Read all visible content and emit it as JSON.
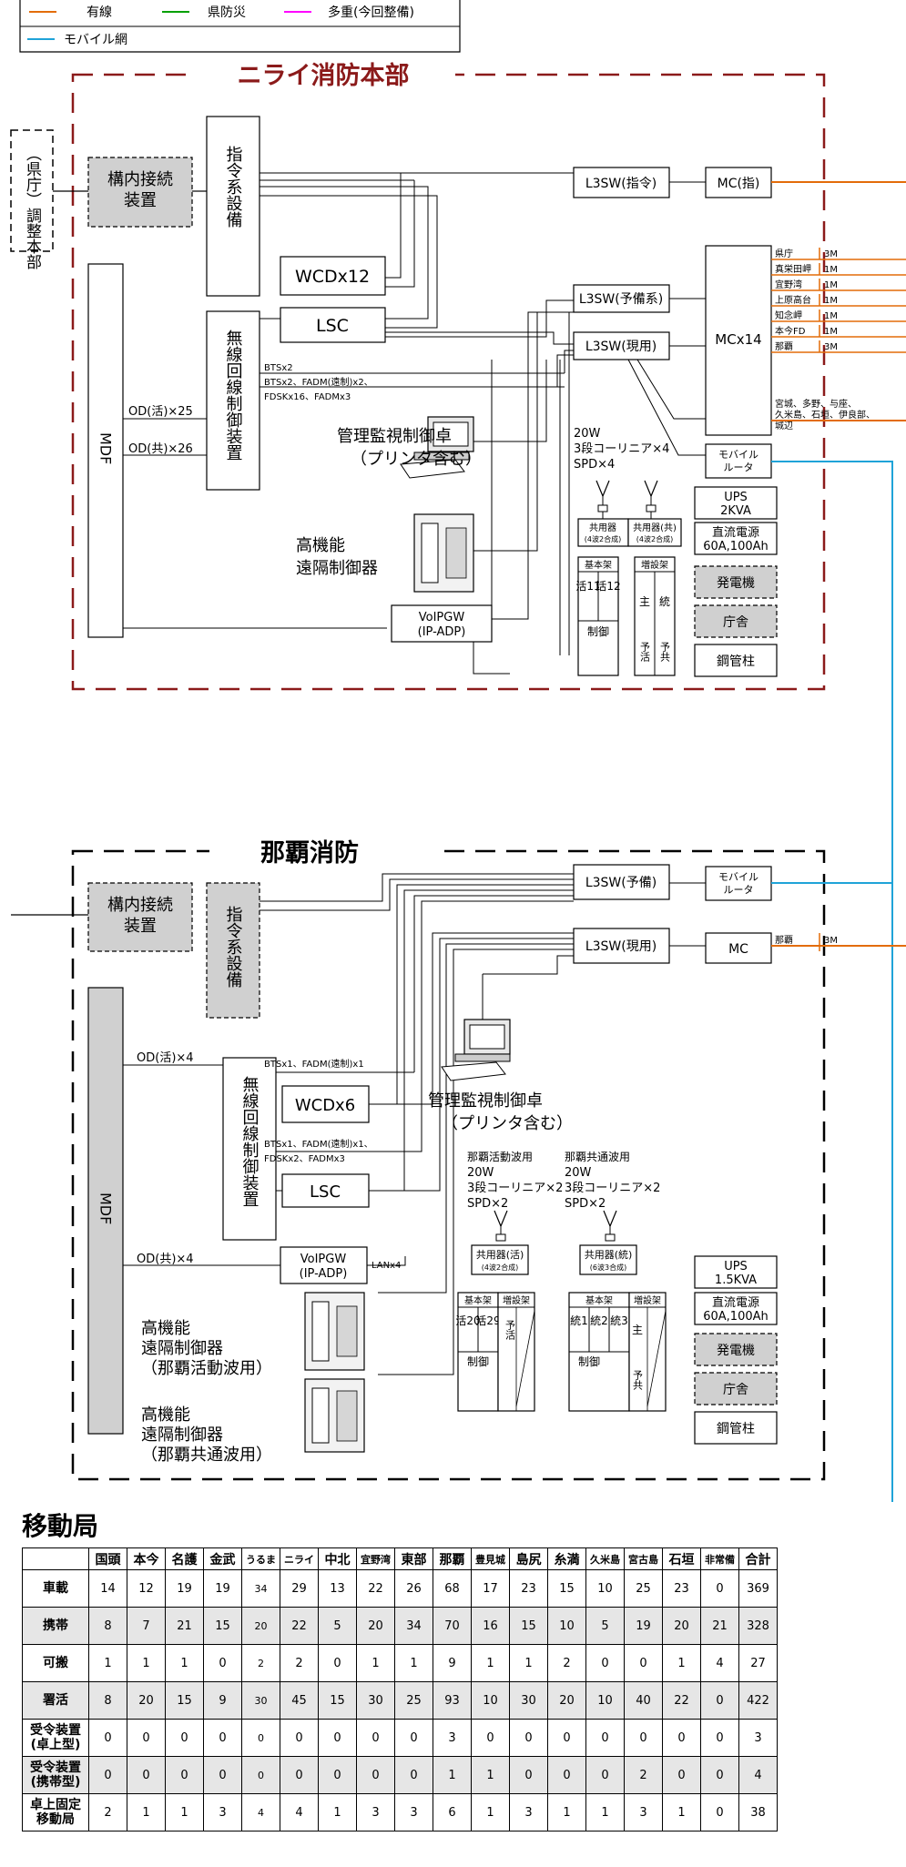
{
  "legend": {
    "items": [
      {
        "label": "有線",
        "color": "#e36c09"
      },
      {
        "label": "県防災",
        "color": "#00a000"
      },
      {
        "label": "多重(今回整備)",
        "color": "#ff00ff"
      },
      {
        "label": "モバイル網",
        "color": "#1fa3d8"
      }
    ]
  },
  "colors": {
    "frame": "#8b1a1a",
    "title": "#8b1a1a",
    "wired": "#e36c09",
    "mobile": "#1fa3d8",
    "gray_box": "#d0d0d0"
  },
  "nirai": {
    "title": "ニライ消防本部",
    "ext_office": "（県庁）調整本部",
    "konai": "構内接続装置",
    "shirei": "指令系設備",
    "wcd": "WCDx12",
    "lsc": "LSC",
    "musen": "無線回線制御装置",
    "mdf": "MDF",
    "od_katsu": "OD(活)×25",
    "od_kyo": "OD(共)×26",
    "bts1": "BTSx2",
    "bts2": "BTSx2、FADM(遠制)x2、",
    "bts3": "FDSKx16、FADMx3",
    "kanri1": "管理監視制御卓",
    "kanri2": "（プリンタ含む）",
    "koukinou1": "高機能",
    "koukinou2": "遠隔制御器",
    "voip1": "VoIPGW",
    "voip2": "(IP-ADP)",
    "l3_shirei": "L3SW(指令)",
    "mc_shirei": "MC(指)",
    "l3_yobi": "L3SW(予備系)",
    "l3_genyo": "L3SW(現用)",
    "mcx14": "MCx14",
    "mobile1": "モバイル",
    "mobile2": "ルータ",
    "ant1": "20W",
    "ant2": "3段コーリニア×4",
    "ant3": "SPD×4",
    "kyoyo1_a": "共用器",
    "kyoyo1_b": "(4波2合成)",
    "kyoyo2_a": "共用器(共)",
    "kyoyo2_b": "(4波2合成)",
    "kihon": "基本架",
    "zousetsu": "増設架",
    "katsu11": "活11",
    "katsu12": "活12",
    "seigyo": "制御",
    "shu": "主",
    "tou": "統",
    "yo_katsu": "予活",
    "yo_kyo": "予共",
    "ups1": "UPS",
    "ups2": "2KVA",
    "dc1": "直流電源",
    "dc2": "60A,100Ah",
    "hatsudenki": "発電機",
    "chousha": "庁舎",
    "koukanchu": "鋼管柱",
    "mc_lines": [
      {
        "name": "県庁",
        "bw": "3M"
      },
      {
        "name": "真栄田岬",
        "bw": "1M"
      },
      {
        "name": "宜野湾",
        "bw": "1M"
      },
      {
        "name": "上原高台",
        "bw": "1M"
      },
      {
        "name": "知念岬",
        "bw": "1M"
      },
      {
        "name": "本今FD",
        "bw": "1M"
      },
      {
        "name": "那覇",
        "bw": "3M"
      }
    ],
    "mc_others": [
      "宮城、多野、与座、",
      "久米島、石垣、伊良部、",
      "城辺"
    ]
  },
  "naha": {
    "title": "那覇消防",
    "konai": "構内接続装置",
    "shirei": "指令系設備",
    "mdf": "MDF",
    "od_katsu": "OD(活)×4",
    "od_kyo": "OD(共)×4",
    "musen": "無線回線制御装置",
    "wcd": "WCDx6",
    "lsc": "LSC",
    "bts1": "BTSx1、FADM(遠制)x1",
    "bts2": "BTSx1、FADM(遠制)x1、",
    "bts3": "FDSKx2、FADMx3",
    "voip1": "VoIPGW",
    "voip2": "(IP-ADP)",
    "lan": "LANx4",
    "l3_yobi": "L3SW(予備)",
    "l3_genyo": "L3SW(現用)",
    "mobile1": "モバイル",
    "mobile2": "ルータ",
    "mc": "MC",
    "mc_line": "那覇",
    "mc_bw": "3M",
    "kanri1": "管理監視制御卓",
    "kanri2": "（プリンタ含む）",
    "ant_a_title": "那覇活動波用",
    "ant_b_title": "那覇共通波用",
    "ant1": "20W",
    "ant2": "3段コーリニア×2",
    "ant3": "SPD×2",
    "kyoyo_a1": "共用器(活)",
    "kyoyo_a2": "(4波2合成)",
    "kyoyo_b1": "共用器(統)",
    "kyoyo_b2": "(6波3合成)",
    "kihon": "基本架",
    "zousetsu": "増設架",
    "katsu20": "活20",
    "katsu29": "活29",
    "yo_katsu": "予活",
    "seigyo": "制御",
    "tou1": "統1",
    "tou2": "統2",
    "tou3": "統3",
    "shu": "主",
    "yo_kyo": "予共",
    "koukinou_a": [
      "高機能",
      "遠隔制御器",
      "（那覇活動波用）"
    ],
    "koukinou_b": [
      "高機能",
      "遠隔制御器",
      "（那覇共通波用）"
    ],
    "ups1": "UPS",
    "ups2": "1.5KVA",
    "dc1": "直流電源",
    "dc2": "60A,100Ah",
    "hatsudenki": "発電機",
    "chousha": "庁舎",
    "koukanchu": "鋼管柱"
  },
  "mobile_table": {
    "title": "移動局",
    "headers": [
      "",
      "国頭",
      "本今",
      "名護",
      "金武",
      "うるま",
      "ニライ",
      "中北",
      "宜野湾",
      "東部",
      "那覇",
      "豊見城",
      "島尻",
      "糸満",
      "久米島",
      "宮古島",
      "石垣",
      "非常備",
      "合計"
    ],
    "rows": [
      {
        "label": [
          "車載"
        ],
        "values": [
          "14",
          "12",
          "19",
          "19",
          "34",
          "29",
          "13",
          "22",
          "26",
          "68",
          "17",
          "23",
          "15",
          "10",
          "25",
          "23",
          "0",
          "369"
        ]
      },
      {
        "label": [
          "携帯"
        ],
        "values": [
          "8",
          "7",
          "21",
          "15",
          "20",
          "22",
          "5",
          "20",
          "34",
          "70",
          "16",
          "15",
          "10",
          "5",
          "19",
          "20",
          "21",
          "328"
        ]
      },
      {
        "label": [
          "可搬"
        ],
        "values": [
          "1",
          "1",
          "1",
          "0",
          "2",
          "2",
          "0",
          "1",
          "1",
          "9",
          "1",
          "1",
          "2",
          "0",
          "0",
          "1",
          "4",
          "27"
        ]
      },
      {
        "label": [
          "署活"
        ],
        "values": [
          "8",
          "20",
          "15",
          "9",
          "30",
          "45",
          "15",
          "30",
          "25",
          "93",
          "10",
          "30",
          "20",
          "10",
          "40",
          "22",
          "0",
          "422"
        ]
      },
      {
        "label": [
          "受令装置",
          "(卓上型)"
        ],
        "values": [
          "0",
          "0",
          "0",
          "0",
          "0",
          "0",
          "0",
          "0",
          "0",
          "3",
          "0",
          "0",
          "0",
          "0",
          "0",
          "0",
          "0",
          "3"
        ]
      },
      {
        "label": [
          "受令装置",
          "(携帯型)"
        ],
        "values": [
          "0",
          "0",
          "0",
          "0",
          "0",
          "0",
          "0",
          "0",
          "0",
          "1",
          "1",
          "0",
          "0",
          "0",
          "2",
          "0",
          "0",
          "4"
        ]
      },
      {
        "label": [
          "卓上固定",
          "移動局"
        ],
        "values": [
          "2",
          "1",
          "1",
          "3",
          "4",
          "4",
          "1",
          "3",
          "3",
          "6",
          "1",
          "3",
          "1",
          "1",
          "3",
          "1",
          "0",
          "38"
        ]
      }
    ]
  }
}
